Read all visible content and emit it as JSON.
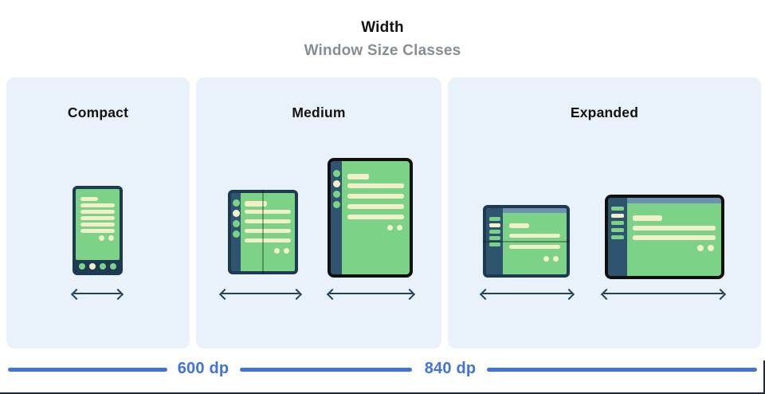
{
  "header": {
    "title": "Width",
    "subtitle": "Window Size Classes"
  },
  "panels": [
    {
      "id": "compact",
      "label": "Compact"
    },
    {
      "id": "medium",
      "label": "Medium"
    },
    {
      "id": "expanded",
      "label": "Expanded"
    }
  ],
  "axis": {
    "breakpoints": [
      {
        "label": "600 dp"
      },
      {
        "label": "840 dp"
      }
    ]
  },
  "palette": {
    "page-bg": "#ffffff",
    "panel-bg": "#e9f1fb",
    "frame-navy": "#1e3a52",
    "rail-navy": "#2f546f",
    "device-black": "#101010",
    "screen-green": "#7cd287",
    "content-cream": "#f2f0ca",
    "appbar-slate": "#6d90ae",
    "accent-blue": "#4273d8",
    "arrow-navy": "#24425c",
    "title-black": "#121212",
    "subtitle-gray": "#868d93",
    "edge-dark": "#1d2b39",
    "fold-shadow": "rgba(10,25,15,0.35)"
  }
}
